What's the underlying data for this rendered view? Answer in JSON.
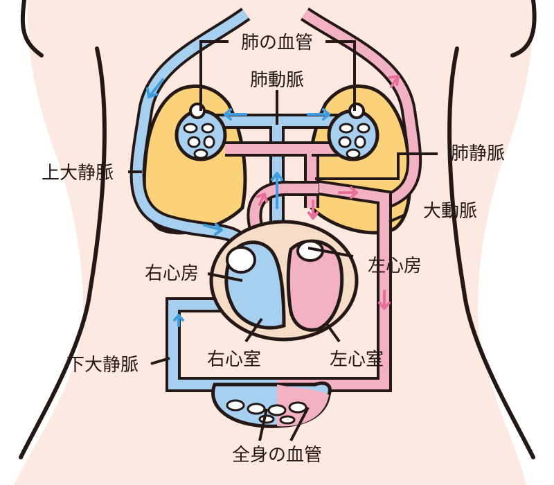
{
  "labels": {
    "lung_vessels": "肺の血管",
    "pulmonary_artery": "肺動脈",
    "pulmonary_vein": "肺静脈",
    "superior_vena_cava": "上大静脈",
    "aorta": "大動脈",
    "right_atrium": "右心房",
    "left_atrium": "左心房",
    "inferior_vena_cava": "下大静脈",
    "right_ventricle": "右心室",
    "left_ventricle": "左心室",
    "body_vessels": "全身の血管"
  },
  "colors": {
    "skin": "#fce9df",
    "lung": "#fbd27a",
    "venous_blue": "#a6cff0",
    "arterial_pink": "#f2b2c4",
    "arrow_blue": "#3f9ee0",
    "arrow_pink": "#e86f9a",
    "outline": "#231815",
    "heart_bg": "#f7dcc8"
  }
}
